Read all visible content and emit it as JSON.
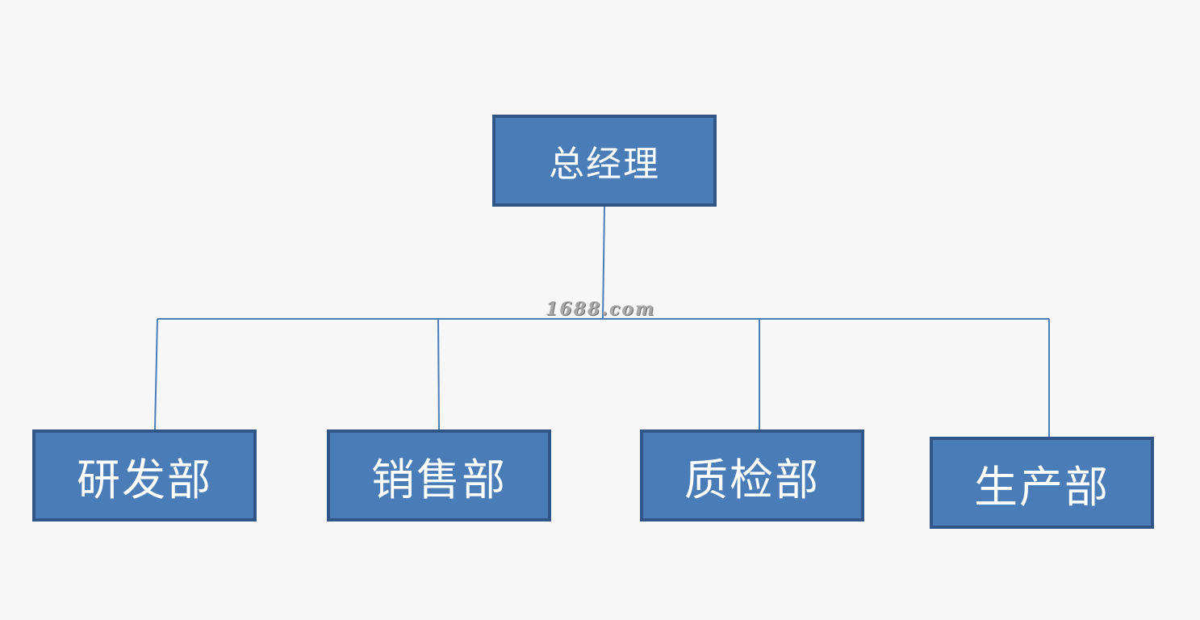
{
  "org_chart": {
    "root": {
      "label": "总经理"
    },
    "departments": [
      {
        "label": "研发部"
      },
      {
        "label": "销售部"
      },
      {
        "label": "质检部"
      },
      {
        "label": "生产部"
      }
    ]
  },
  "watermark": {
    "text": "1688.com"
  },
  "colors": {
    "box_fill": "#4a7db8",
    "box_border": "#2f5686",
    "connector": "#4a7db8",
    "background": "#f7f7f8",
    "text": "#ffffff"
  }
}
